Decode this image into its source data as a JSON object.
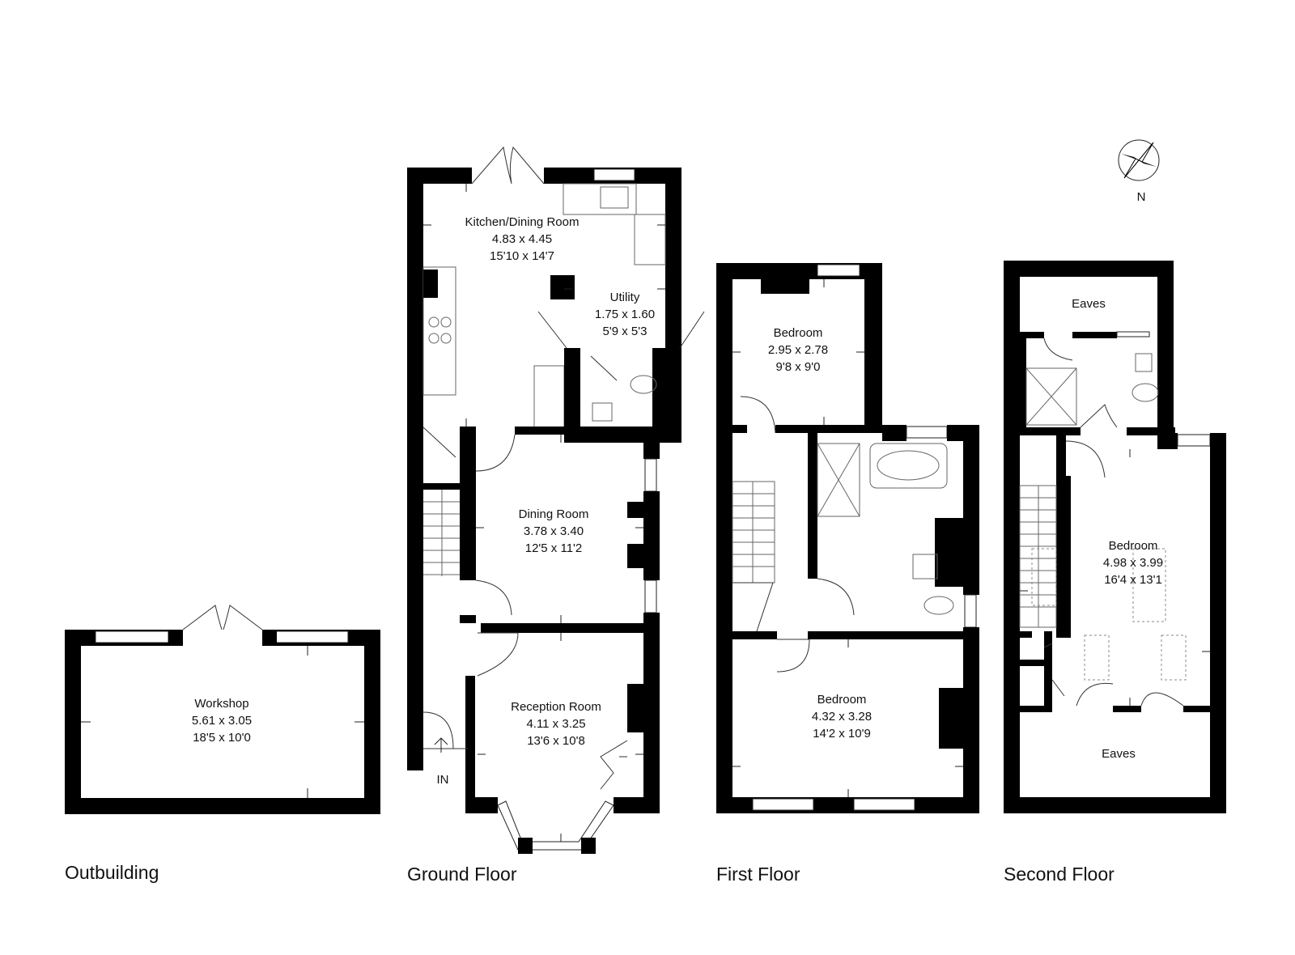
{
  "floors": {
    "outbuilding": "Outbuilding",
    "ground": "Ground Floor",
    "first": "First Floor",
    "second": "Second Floor"
  },
  "rooms": {
    "workshop": {
      "name": "Workshop",
      "metric": "5.61 x 3.05",
      "imperial": "18'5 x 10'0"
    },
    "kitchen": {
      "name": "Kitchen/Dining Room",
      "metric": "4.83 x 4.45",
      "imperial": "15'10 x 14'7"
    },
    "utility": {
      "name": "Utility",
      "metric": "1.75 x 1.60",
      "imperial": "5'9 x 5'3"
    },
    "dining": {
      "name": "Dining Room",
      "metric": "3.78 x 3.40",
      "imperial": "12'5 x 11'2"
    },
    "reception": {
      "name": "Reception Room",
      "metric": "4.11 x 3.25",
      "imperial": "13'6 x 10'8"
    },
    "bedroom_ff_small": {
      "name": "Bedroom",
      "metric": "2.95 x 2.78",
      "imperial": "9'8 x 9'0"
    },
    "bedroom_ff_large": {
      "name": "Bedroom",
      "metric": "4.32 x 3.28",
      "imperial": "14'2 x 10'9"
    },
    "eaves_top": {
      "name": "Eaves"
    },
    "bedroom_sf": {
      "name": "Bedroom",
      "metric": "4.98 x 3.99",
      "imperial": "16'4 x 13'1"
    },
    "eaves_bottom": {
      "name": "Eaves"
    }
  },
  "entrance_label": "IN",
  "compass_label": "N"
}
